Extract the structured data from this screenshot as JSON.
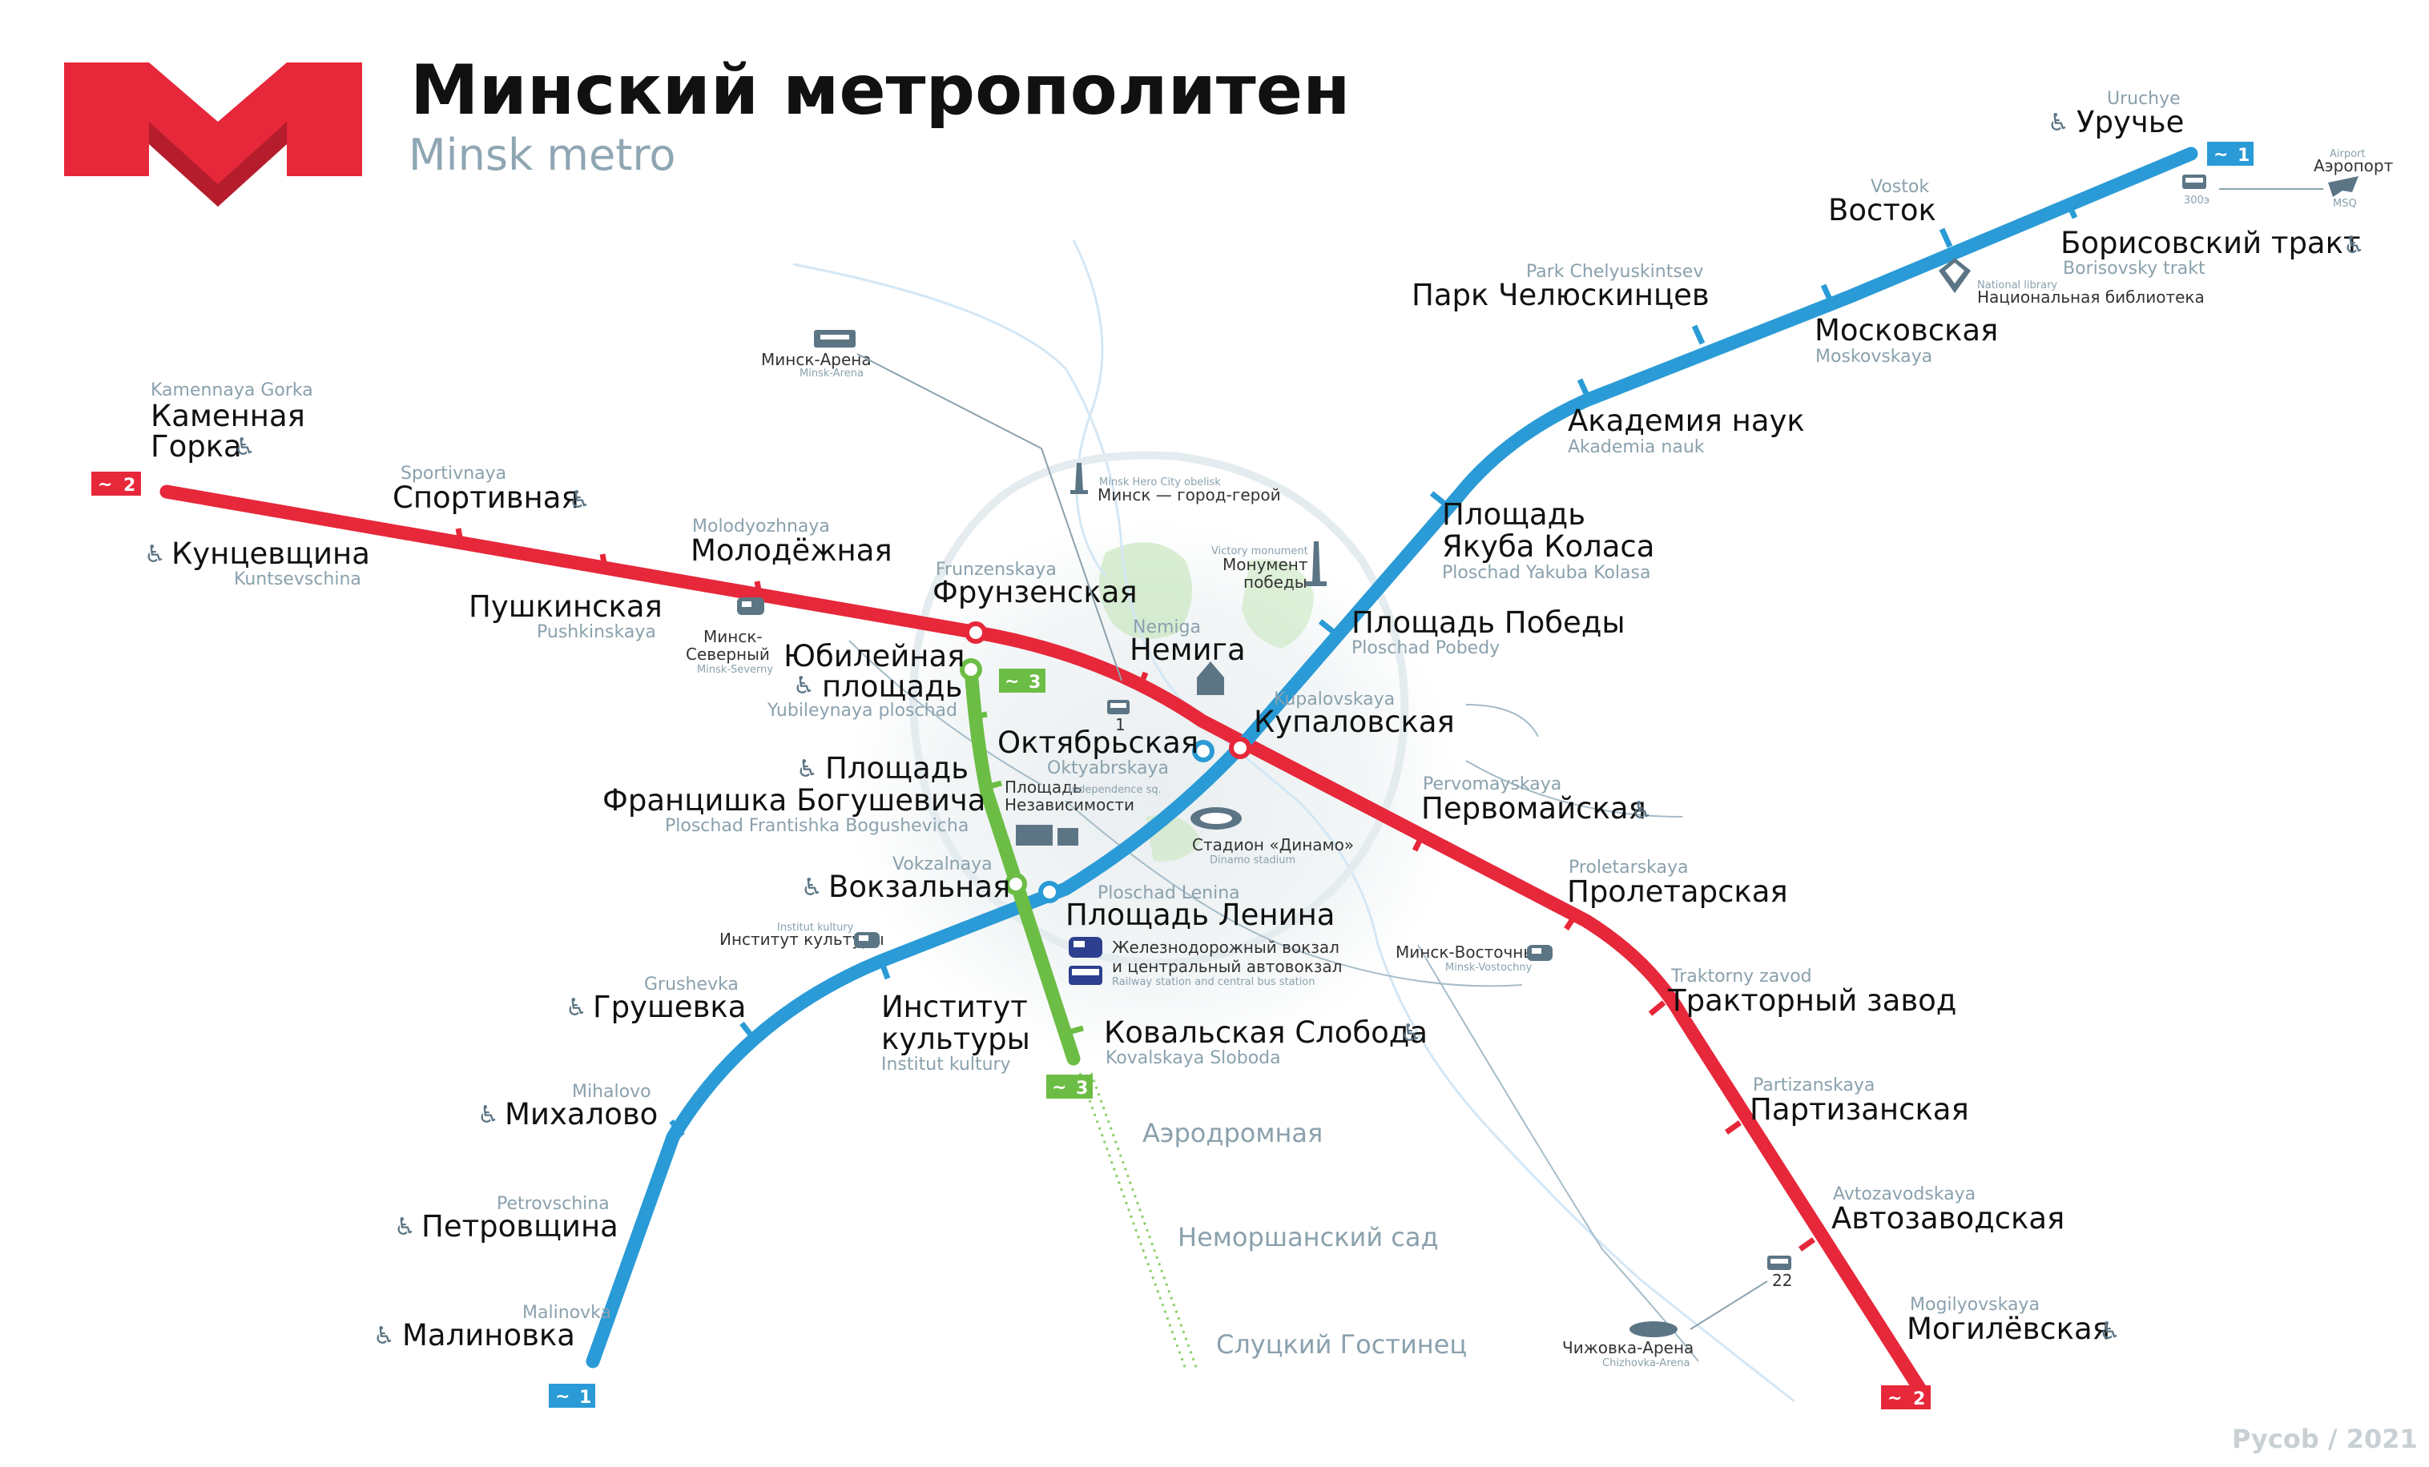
{
  "title": "Минский метрополитен",
  "subtitle": "Minsk metro",
  "copyright": "Pycob / 2021",
  "colors": {
    "line1": "#2a9bd6",
    "line2": "#e6283a",
    "line3": "#6cbd45",
    "logo": "#e6283a"
  },
  "line_badges": {
    "line1": "1",
    "line2": "2",
    "line3": "3"
  },
  "accessible_icon": "♿",
  "stations": {
    "uruchye": {
      "ru": "Уручье",
      "en": "Uruchye"
    },
    "borisovsky": {
      "ru": "Борисовский тракт",
      "en": "Borisovsky trakt"
    },
    "vostok": {
      "ru": "Восток",
      "en": "Vostok"
    },
    "moskovskaya": {
      "ru": "Московская",
      "en": "Moskovskaya"
    },
    "chelyuskintsev": {
      "ru": "Парк Челюскинцев",
      "en": "Park Chelyuskintsev"
    },
    "akademia": {
      "ru": "Академия наук",
      "en": "Akademia nauk"
    },
    "kolasa_1": {
      "ru": "Площадь",
      "en": "Ploschad Yakuba Kolasa"
    },
    "kolasa_2": {
      "ru": "Якуба Коласа"
    },
    "pobedy": {
      "ru": "Площадь Победы",
      "en": "Ploschad Pobedy"
    },
    "oktyabrskaya": {
      "ru": "Октябрьская",
      "en": "Oktyabrskaya"
    },
    "lenina": {
      "ru": "Площадь Ленина",
      "en": "Ploschad Lenina"
    },
    "institut_1": {
      "ru": "Институт",
      "en": "Institut kultury"
    },
    "institut_2": {
      "ru": "культуры"
    },
    "grushevka": {
      "ru": "Грушевка",
      "en": "Grushevka"
    },
    "mihalovo": {
      "ru": "Михалово",
      "en": "Mihalovo"
    },
    "petrovschina": {
      "ru": "Петровщина",
      "en": "Petrovschina"
    },
    "malinovka": {
      "ru": "Малиновка",
      "en": "Malinovka"
    },
    "kamennaya_1": {
      "ru": "Каменная",
      "en": "Kamennaya Gorka"
    },
    "kamennaya_2": {
      "ru": "Горка"
    },
    "kuntsevschina": {
      "ru": "Кунцевщина",
      "en": "Kuntsevschina"
    },
    "sportivnaya": {
      "ru": "Спортивная",
      "en": "Sportivnaya"
    },
    "pushkinskaya": {
      "ru": "Пушкинская",
      "en": "Pushkinskaya"
    },
    "molodezhnaya": {
      "ru": "Молодёжная",
      "en": "Molodyozhnaya"
    },
    "frunzenskaya": {
      "ru": "Фрунзенская",
      "en": "Frunzenskaya"
    },
    "nemiga": {
      "ru": "Немига",
      "en": "Nemiga"
    },
    "kupalovskaya": {
      "ru": "Купаловская",
      "en": "Kupalovskaya"
    },
    "pervomayskaya": {
      "ru": "Первомайская",
      "en": "Pervomayskaya"
    },
    "proletarskaya": {
      "ru": "Пролетарская",
      "en": "Proletarskaya"
    },
    "traktorny": {
      "ru": "Тракторный завод",
      "en": "Traktorny zavod"
    },
    "partizanskaya": {
      "ru": "Партизанская",
      "en": "Partizanskaya"
    },
    "avtozavodskaya": {
      "ru": "Автозаводская",
      "en": "Avtozavodskaya"
    },
    "mogilyovskaya": {
      "ru": "Могилёвская",
      "en": "Mogilyovskaya"
    },
    "yubileynaya_1": {
      "ru": "Юбилейная",
      "en": "Yubileynaya ploschad"
    },
    "yubileynaya_2": {
      "ru": "площадь"
    },
    "bogushevicha_1": {
      "ru": "Площадь",
      "en": "Ploschad Frantishka Bogushevicha"
    },
    "bogushevicha_2": {
      "ru": "Францишка Богушевича"
    },
    "vokzalnaya": {
      "ru": "Вокзальная",
      "en": "Vokzalnaya"
    },
    "kovalskaya": {
      "ru": "Ковальская Слобода",
      "en": "Kovalskaya Sloboda"
    }
  },
  "future_stations": {
    "aerodromnaya": "Аэродромная",
    "nemorshansky": "Неморшанский сад",
    "slutsky": "Слуцкий Гостинец"
  },
  "poi": {
    "minsk_arena": {
      "ru": "Минск-Арена",
      "en": "Minsk-Arena"
    },
    "obelisk": {
      "ru": "Минск — город-герой",
      "en": "Minsk Hero City obelisk"
    },
    "victory_1": "Монумент",
    "victory_2": "победы",
    "victory_en": "Victory monument",
    "minsk_severny_1": "Минск-",
    "minsk_severny_2": "Северный",
    "minsk_severny_en": "Minsk-Severny",
    "independence_1": "Площадь",
    "independence_2": "Независимости",
    "independence_en": "Independence sq.",
    "dinamo_ru": "Стадион «Динамо»",
    "dinamo_en": "Dinamo stadium",
    "railway_1": "Железнодорожный вокзал",
    "railway_2": "и центральный автовокзал",
    "railway_en": "Railway station and central bus station",
    "institut_kultury_stop": "Институт культуры",
    "institut_kultury_stop_en": "Institut kultury",
    "minsk_vostochny": "Минск-Восточный",
    "minsk_vostochny_en": "Minsk-Vostochny",
    "chizhovka_ru": "Чижовка-Арена",
    "chizhovka_en": "Chizhovka-Arena",
    "bus_22": "22",
    "bus_1": "1",
    "airport_en": "Airport",
    "airport_ru": "Аэропорт",
    "airport_code": "MSQ",
    "bus_300": "300э",
    "library_en": "National library",
    "library_ru": "Национальная библиотека"
  }
}
